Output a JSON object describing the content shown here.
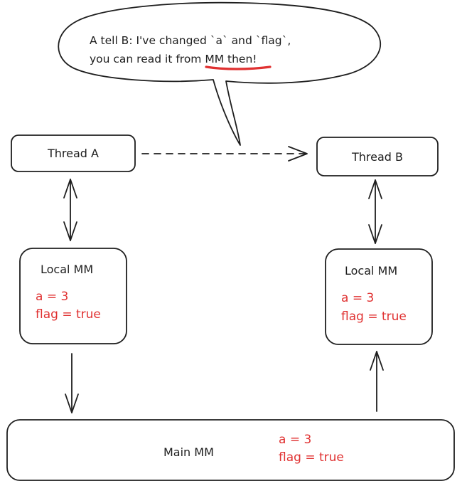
{
  "colors": {
    "stroke": "#1e1e1e",
    "highlight": "#e03131"
  },
  "speech_bubble": {
    "line1": "A tell B: I've changed `a` and `flag`,",
    "line2_before": "you can read it ",
    "line2_highlight": "from MM",
    "line2_after": " then!"
  },
  "thread_a": {
    "label": "Thread A"
  },
  "thread_b": {
    "label": "Thread B"
  },
  "local_mm_a": {
    "title": "Local MM",
    "var_a": "a = 3",
    "var_flag": "flag = true"
  },
  "local_mm_b": {
    "title": "Local MM",
    "var_a": "a = 3",
    "var_flag": "flag = true"
  },
  "main_mm": {
    "title": "Main MM",
    "var_a": "a = 3",
    "var_flag": "flag = true"
  }
}
